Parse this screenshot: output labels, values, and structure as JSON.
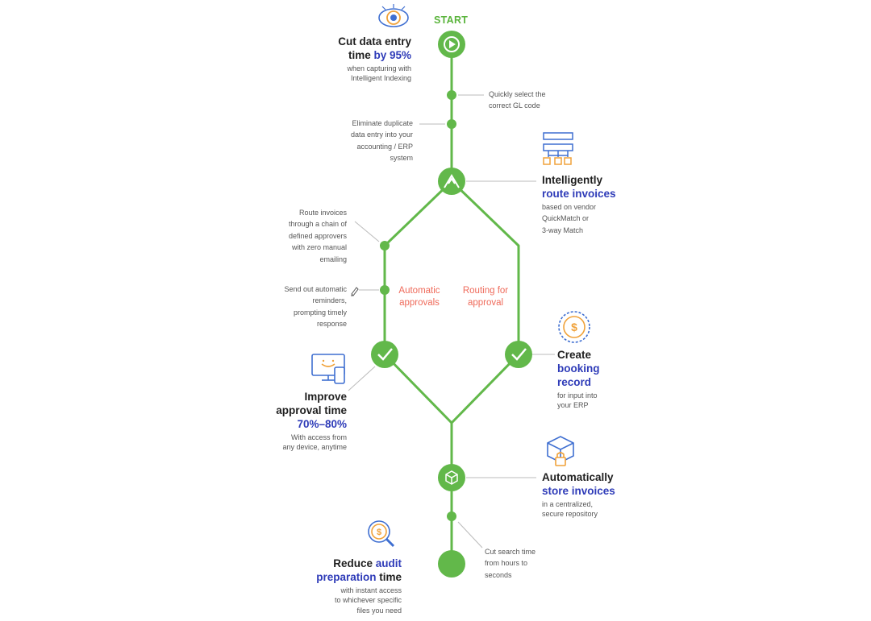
{
  "colors": {
    "line": "#62b84a",
    "highlight": "#2e3bb8",
    "path_label": "#ef6a5a",
    "icon_blue": "#3f6fd1",
    "icon_orange": "#f0a23a"
  },
  "start_label": "START",
  "step_data_entry": {
    "heading_1": "Cut data entry",
    "heading_2a": "time ",
    "heading_2b": "by 95%",
    "desc_1": "when capturing with",
    "desc_2": "Intelligent Indexing",
    "icon": "eye-icon"
  },
  "note_gl_code": {
    "line_1": "Quickly select the",
    "line_2": "correct GL code"
  },
  "note_duplicate": {
    "line_1": "Eliminate duplicate",
    "line_2": "data entry into your",
    "line_3": "accounting / ERP",
    "line_4": "system"
  },
  "step_route": {
    "heading_1": "Intelligently",
    "heading_2": "route invoices",
    "desc_1": "based on vendor",
    "desc_2": "QuickMatch or",
    "desc_3": "3-way Match",
    "icon": "org-chart-icon"
  },
  "note_chain": {
    "line_1": "Route invoices",
    "line_2": "through a chain of",
    "line_3": "defined approvers",
    "line_4": "with zero manual",
    "line_5": "emailing"
  },
  "note_reminders": {
    "line_1": "Send out automatic",
    "line_2": "reminders,",
    "line_3": "prompting timely",
    "line_4": "response",
    "icon": "pen-icon"
  },
  "path_left": {
    "line_1": "Automatic",
    "line_2": "approvals"
  },
  "path_right": {
    "line_1": "Routing for",
    "line_2": "approval"
  },
  "step_approval": {
    "heading_1": "Improve",
    "heading_2": "approval time",
    "heading_3": "70%–80%",
    "desc_1": "With access from",
    "desc_2": "any device, anytime",
    "icon": "devices-icon"
  },
  "step_booking": {
    "heading_1": "Create",
    "heading_2": "booking",
    "heading_3": "record",
    "desc_1": "for input into",
    "desc_2": "your ERP",
    "icon": "coin-icon"
  },
  "step_store": {
    "heading_1": "Automatically",
    "heading_2": "store invoices",
    "desc_1": "in a centralized,",
    "desc_2": "secure repository",
    "icon": "box-lock-icon"
  },
  "note_search": {
    "line_1": "Cut search time",
    "line_2": "from hours to",
    "line_3": "seconds"
  },
  "step_audit": {
    "heading_1a": "Reduce ",
    "heading_1b": "audit",
    "heading_2a": "preparation",
    "heading_2b": " time",
    "desc_1": "with instant access",
    "desc_2": "to whichever specific",
    "desc_3": "files you need",
    "icon": "magnifier-dollar-icon"
  }
}
